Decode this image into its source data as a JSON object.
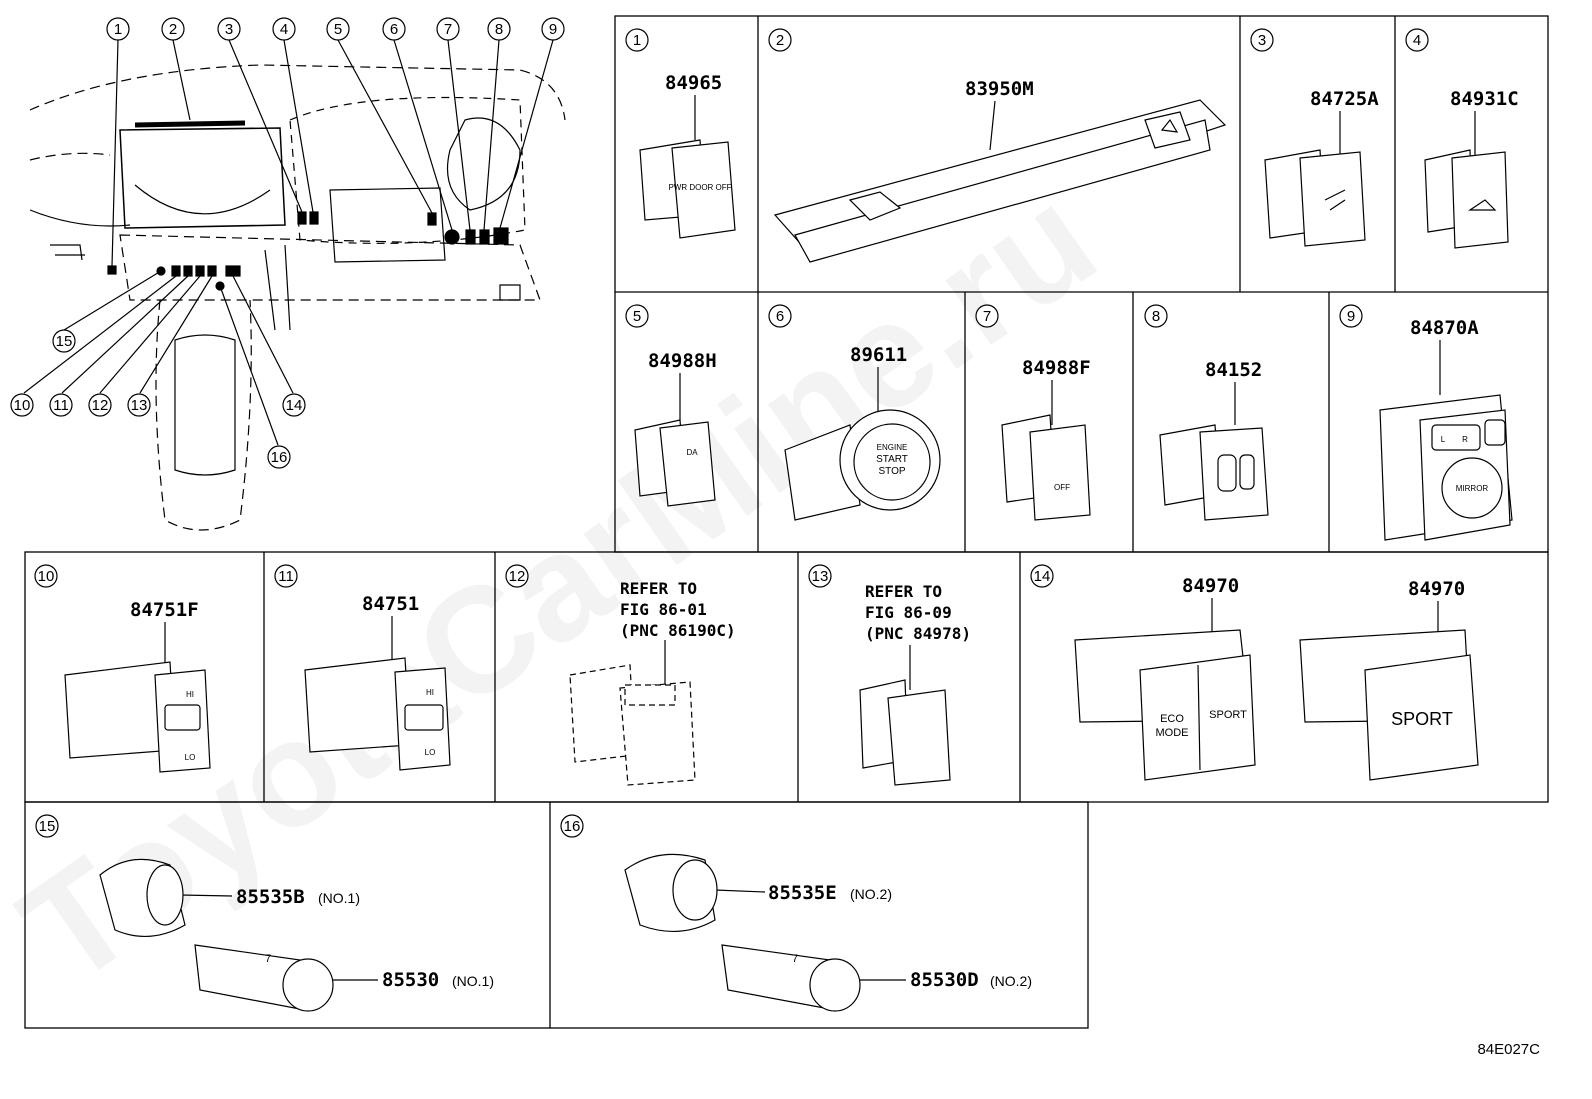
{
  "watermark": "ToyotaCarMine.ru",
  "diagram_code": "84E027C",
  "overview_callouts": [
    "1",
    "2",
    "3",
    "4",
    "5",
    "6",
    "7",
    "8",
    "9",
    "10",
    "11",
    "12",
    "13",
    "14",
    "15",
    "16"
  ],
  "panels": [
    {
      "num": "1",
      "part": "84965",
      "label": "PWR DOOR OFF"
    },
    {
      "num": "2",
      "part": "83950M"
    },
    {
      "num": "3",
      "part": "84725A"
    },
    {
      "num": "4",
      "part": "84931C"
    },
    {
      "num": "5",
      "part": "84988H",
      "label": "DA"
    },
    {
      "num": "6",
      "part": "89611",
      "label_top": "ENGINE",
      "label_mid": "START",
      "label_bot": "STOP"
    },
    {
      "num": "7",
      "part": "84988F",
      "label": "OFF"
    },
    {
      "num": "8",
      "part": "84152"
    },
    {
      "num": "9",
      "part": "84870A",
      "label": "MIRROR",
      "label_l": "L",
      "label_r": "R"
    },
    {
      "num": "10",
      "part": "84751F",
      "label_hi": "HI",
      "label_lo": "LO"
    },
    {
      "num": "11",
      "part": "84751",
      "label_hi": "HI",
      "label_lo": "LO"
    },
    {
      "num": "12",
      "refer": [
        "REFER TO",
        "FIG 86-01",
        "(PNC 86190C)"
      ]
    },
    {
      "num": "13",
      "refer": [
        "REFER TO",
        "FIG 86-09",
        "(PNC 84978)"
      ]
    },
    {
      "num": "14",
      "part_a": "84970",
      "part_b": "84970",
      "label_eco1": "ECO",
      "label_eco2": "MODE",
      "label_sport": "SPORT"
    },
    {
      "num": "15",
      "part_a": "85535B",
      "note_a": "(NO.1)",
      "part_b": "85530",
      "note_b": "(NO.1)",
      "socket_num": "7"
    },
    {
      "num": "16",
      "part_a": "85535E",
      "note_a": "(NO.2)",
      "part_b": "85530D",
      "note_b": "(NO.2)",
      "socket_num": "7"
    }
  ]
}
